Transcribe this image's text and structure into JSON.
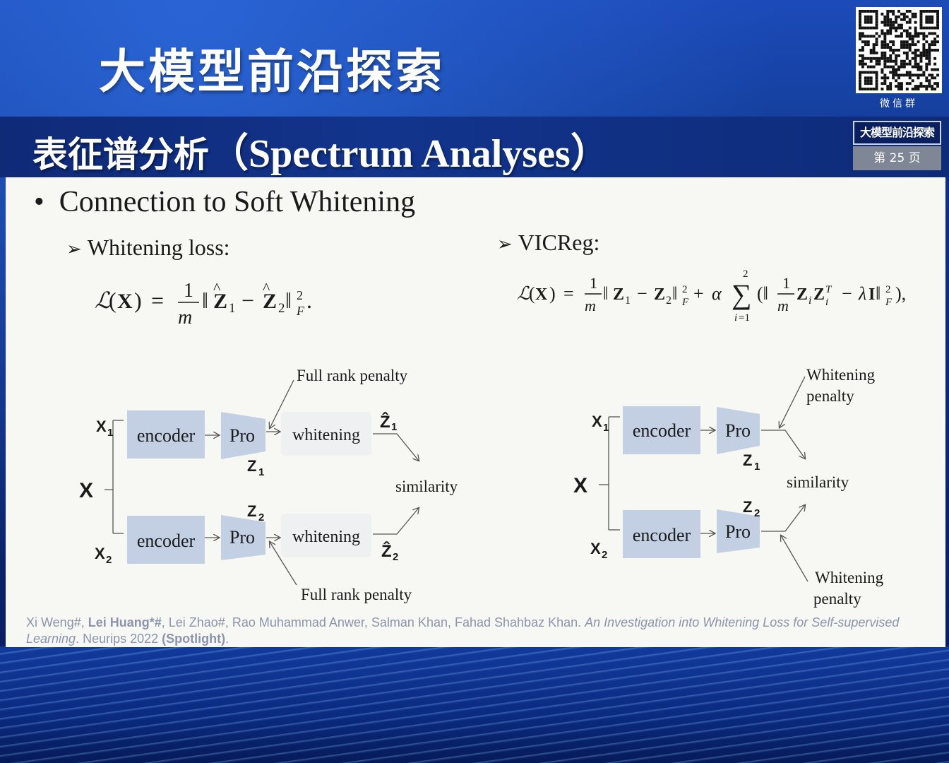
{
  "header": {
    "top_title": "大模型前沿探索",
    "qr_caption": "微信群",
    "section_title_zh": "表征谱分析",
    "section_title_en": "（Spectrum Analyses）",
    "badge_title": "大模型前沿探索",
    "badge_page": "第 25 页"
  },
  "content": {
    "bullet": "Connection to Soft Whitening",
    "left_heading": "Whitening loss:",
    "right_heading": "VICReg:"
  },
  "left_diagram": {
    "x": "X",
    "x1": "X",
    "x1_sub": "1",
    "x2": "X",
    "x2_sub": "2",
    "encoder1": "encoder",
    "encoder2": "encoder",
    "pro1": "Pro",
    "pro2": "Pro",
    "z1": "Z",
    "z1_sub": "1",
    "z2": "Z",
    "z2_sub": "2",
    "whitening1": "whitening",
    "whitening2": "whitening",
    "zhat1": "Ẑ",
    "zhat1_sub": "1",
    "zhat2": "Ẑ",
    "zhat2_sub": "2",
    "similarity": "similarity",
    "penalty_top": "Full rank penalty",
    "penalty_bottom": "Full rank penalty"
  },
  "right_diagram": {
    "x": "X",
    "x1": "X",
    "x1_sub": "1",
    "x2": "X",
    "x2_sub": "2",
    "encoder1": "encoder",
    "encoder2": "encoder",
    "pro1": "Pro",
    "pro2": "Pro",
    "z1": "Z",
    "z1_sub": "1",
    "z2": "Z",
    "z2_sub": "2",
    "similarity": "similarity",
    "penalty_top_line1": "Whitening",
    "penalty_top_line2": "penalty",
    "penalty_bottom_line1": "Whitening",
    "penalty_bottom_line2": "penalty"
  },
  "citation": {
    "authors_a": "Xi Weng#, ",
    "authors_b": "Lei Huang*#",
    "authors_c": ", Lei Zhao#, Rao Muhammad Anwer, Salman Khan, Fahad Shahbaz Khan. ",
    "title": "An Investigation into Whitening Loss for Self-supervised Learning",
    "venue": ". Neurips 2022 ",
    "spotlight": "(Spotlight)",
    "end": "."
  },
  "colors": {
    "box_fill": "#c3d0e3",
    "whitening_fill": "#eef0f2",
    "citation_text": "#8a94ad",
    "slide_bg": "#f7f7f4"
  }
}
